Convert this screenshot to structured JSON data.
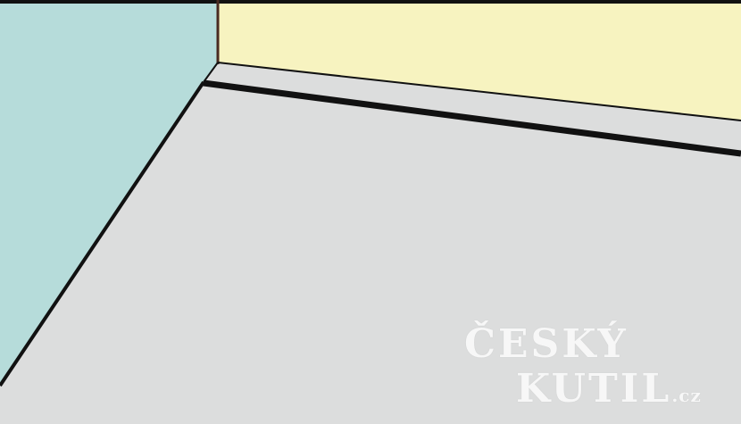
{
  "scene": {
    "colors": {
      "left_wall": "#b6dcda",
      "back_wall": "#f7f3c0",
      "floor": "#dcdddd",
      "skirting": "#dcdddd",
      "lines": "#111111",
      "corner_edge": "#4a2a20"
    }
  },
  "watermark": {
    "line1": "ČESKÝ",
    "line2": "KUTIL",
    "tld": ".cz"
  }
}
